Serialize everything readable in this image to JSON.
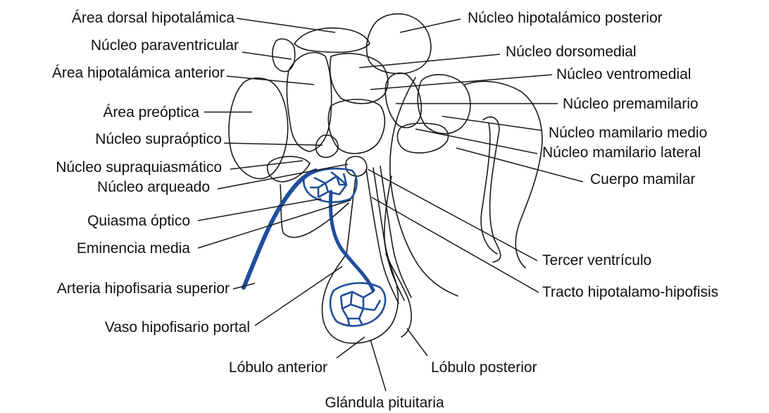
{
  "colors": {
    "outline": "#1a1a1a",
    "vessel": "#1f4e9c",
    "text": "#111111",
    "background": "#ffffff"
  },
  "labels": {
    "area_dorsal_hipotalamica": "Área dorsal hipotalámica",
    "nucleo_paraventricular": "Núcleo paraventricular",
    "area_hipotalamica_anterior": "Área hipotalámica anterior",
    "area_preoptica": "Área preóptica",
    "nucleo_supraoptico": "Núcleo supraóptico",
    "nucleo_supraquiasmatico": "Núcleo supraquiasmático",
    "nucleo_arqueado": "Núcleo arqueado",
    "quiasma_optico": "Quiasma óptico",
    "eminencia_media": "Eminencia media",
    "arteria_hipofisaria_superior": "Arteria hipofisaria superior",
    "vaso_hipofisario_portal": "Vaso hipofisario portal",
    "lobulo_anterior": "Lóbulo anterior",
    "glandula_pituitaria": "Glándula pituitaria",
    "lobulo_posterior": "Lóbulo posterior",
    "nucleo_hipotalamico_posterior": "Núcleo hipotalámico posterior",
    "nucleo_dorsomedial": "Núcleo dorsomedial",
    "nucleo_ventromedial": "Núcleo ventromedial",
    "nucleo_premamilario": "Núcleo  premamilario",
    "nucleo_mamilario_medio": "Núcleo  mamilario medio",
    "nucleo_mamilario_lateral": "Núcleo  mamilario lateral",
    "cuerpo_mamilar": "Cuerpo mamilar",
    "tercer_ventriculo": "Tercer ventrículo",
    "tracto_hipotalamo_hipofisis": "Tracto hipotalamo-hipofisis"
  }
}
